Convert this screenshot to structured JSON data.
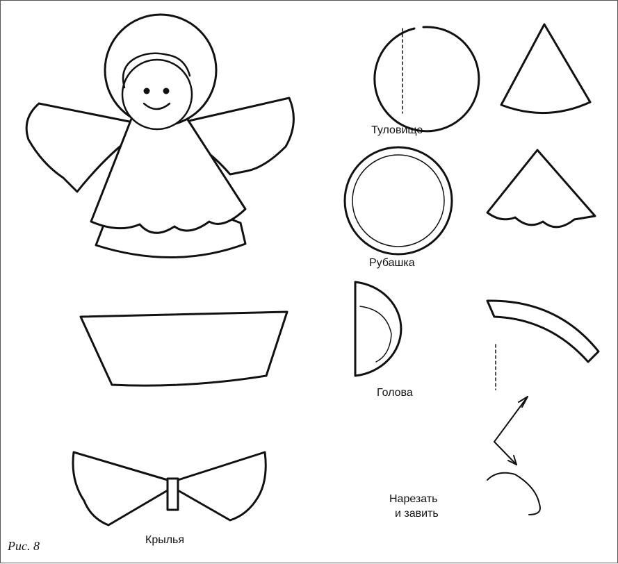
{
  "figure": {
    "caption": "Рис. 8",
    "labels": {
      "body": "Туловище",
      "shirt": "Рубашка",
      "head": "Голова",
      "wings": "Крылья",
      "cut_line1": "Нарезать",
      "cut_line2": "и завить"
    },
    "colors": {
      "ink": "#111111",
      "shade": "#dcdcdc",
      "cheek": "#cfcfcf"
    }
  }
}
